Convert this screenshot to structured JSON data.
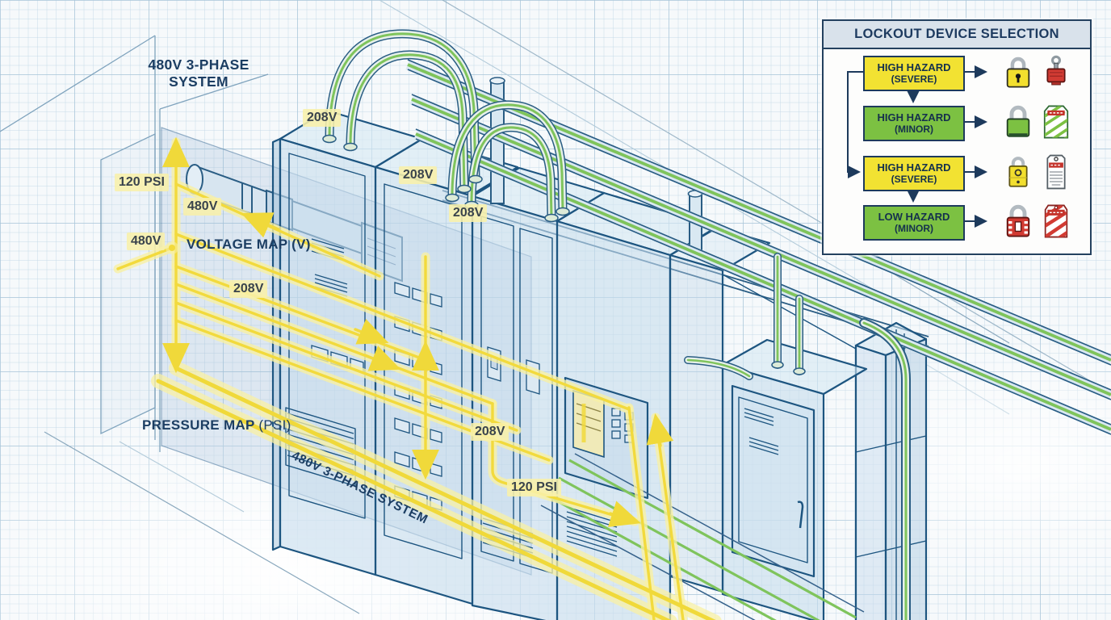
{
  "colors": {
    "blueprint_line": "#1d5580",
    "grid_line": "#c2d7e6",
    "energy_yellow": "#f2da3d",
    "pipe_green": "#7fc45c",
    "label_navy": "#1c3e63",
    "value_label_bg": "#f8f0aa",
    "hazard_severe_yellow": "#f2e232",
    "hazard_minor_green": "#7cc142",
    "panel_border_navy": "#24415f",
    "panel_header_bg": "#d9e2eb",
    "device_red": "#cf3a31"
  },
  "diagram": {
    "system_title_lines": [
      "480V 3-PHASE",
      "SYSTEM"
    ],
    "voltage_map_title": "VOLTAGE MAP (V)",
    "pressure_map_title": "PRESSURE MAP",
    "pressure_map_unit": "(PSI)",
    "bottom_edge_label": "480V 3-PHASE SYSTEM",
    "labels": [
      {
        "id": "208v-panel1-top",
        "text": "208V"
      },
      {
        "id": "208v-panel2-top",
        "text": "208V"
      },
      {
        "id": "208v-panel2-mid",
        "text": "208V"
      },
      {
        "id": "120psi-left",
        "text": "120 PSI"
      },
      {
        "id": "480v-upper",
        "text": "480V"
      },
      {
        "id": "480v-lower",
        "text": "480V"
      },
      {
        "id": "208v-plane",
        "text": "208V"
      },
      {
        "id": "208v-lower",
        "text": "208V"
      },
      {
        "id": "120psi-lower",
        "text": "120 PSI"
      }
    ]
  },
  "lockout_panel": {
    "title": "LOCKOUT DEVICE SELECTION",
    "rows": [
      {
        "hazard": "HIGH HAZARD",
        "severity": "(SEVERE)",
        "level": "severe",
        "devices": [
          "yellow-padlock",
          "red-breaker-lockout"
        ]
      },
      {
        "hazard": "HIGH HAZARD",
        "severity": "(MINOR)",
        "level": "minor",
        "devices": [
          "green-padlock",
          "green-striped-tag"
        ]
      },
      {
        "hazard": "HIGH HAZARD",
        "severity": "(SEVERE)",
        "level": "severe",
        "devices": [
          "yellow-combination-lock",
          "white-danger-tag"
        ]
      },
      {
        "hazard": "LOW HAZARD",
        "severity": "(MINOR)",
        "level": "minor",
        "devices": [
          "red-padlock",
          "red-striped-tag"
        ]
      }
    ]
  }
}
